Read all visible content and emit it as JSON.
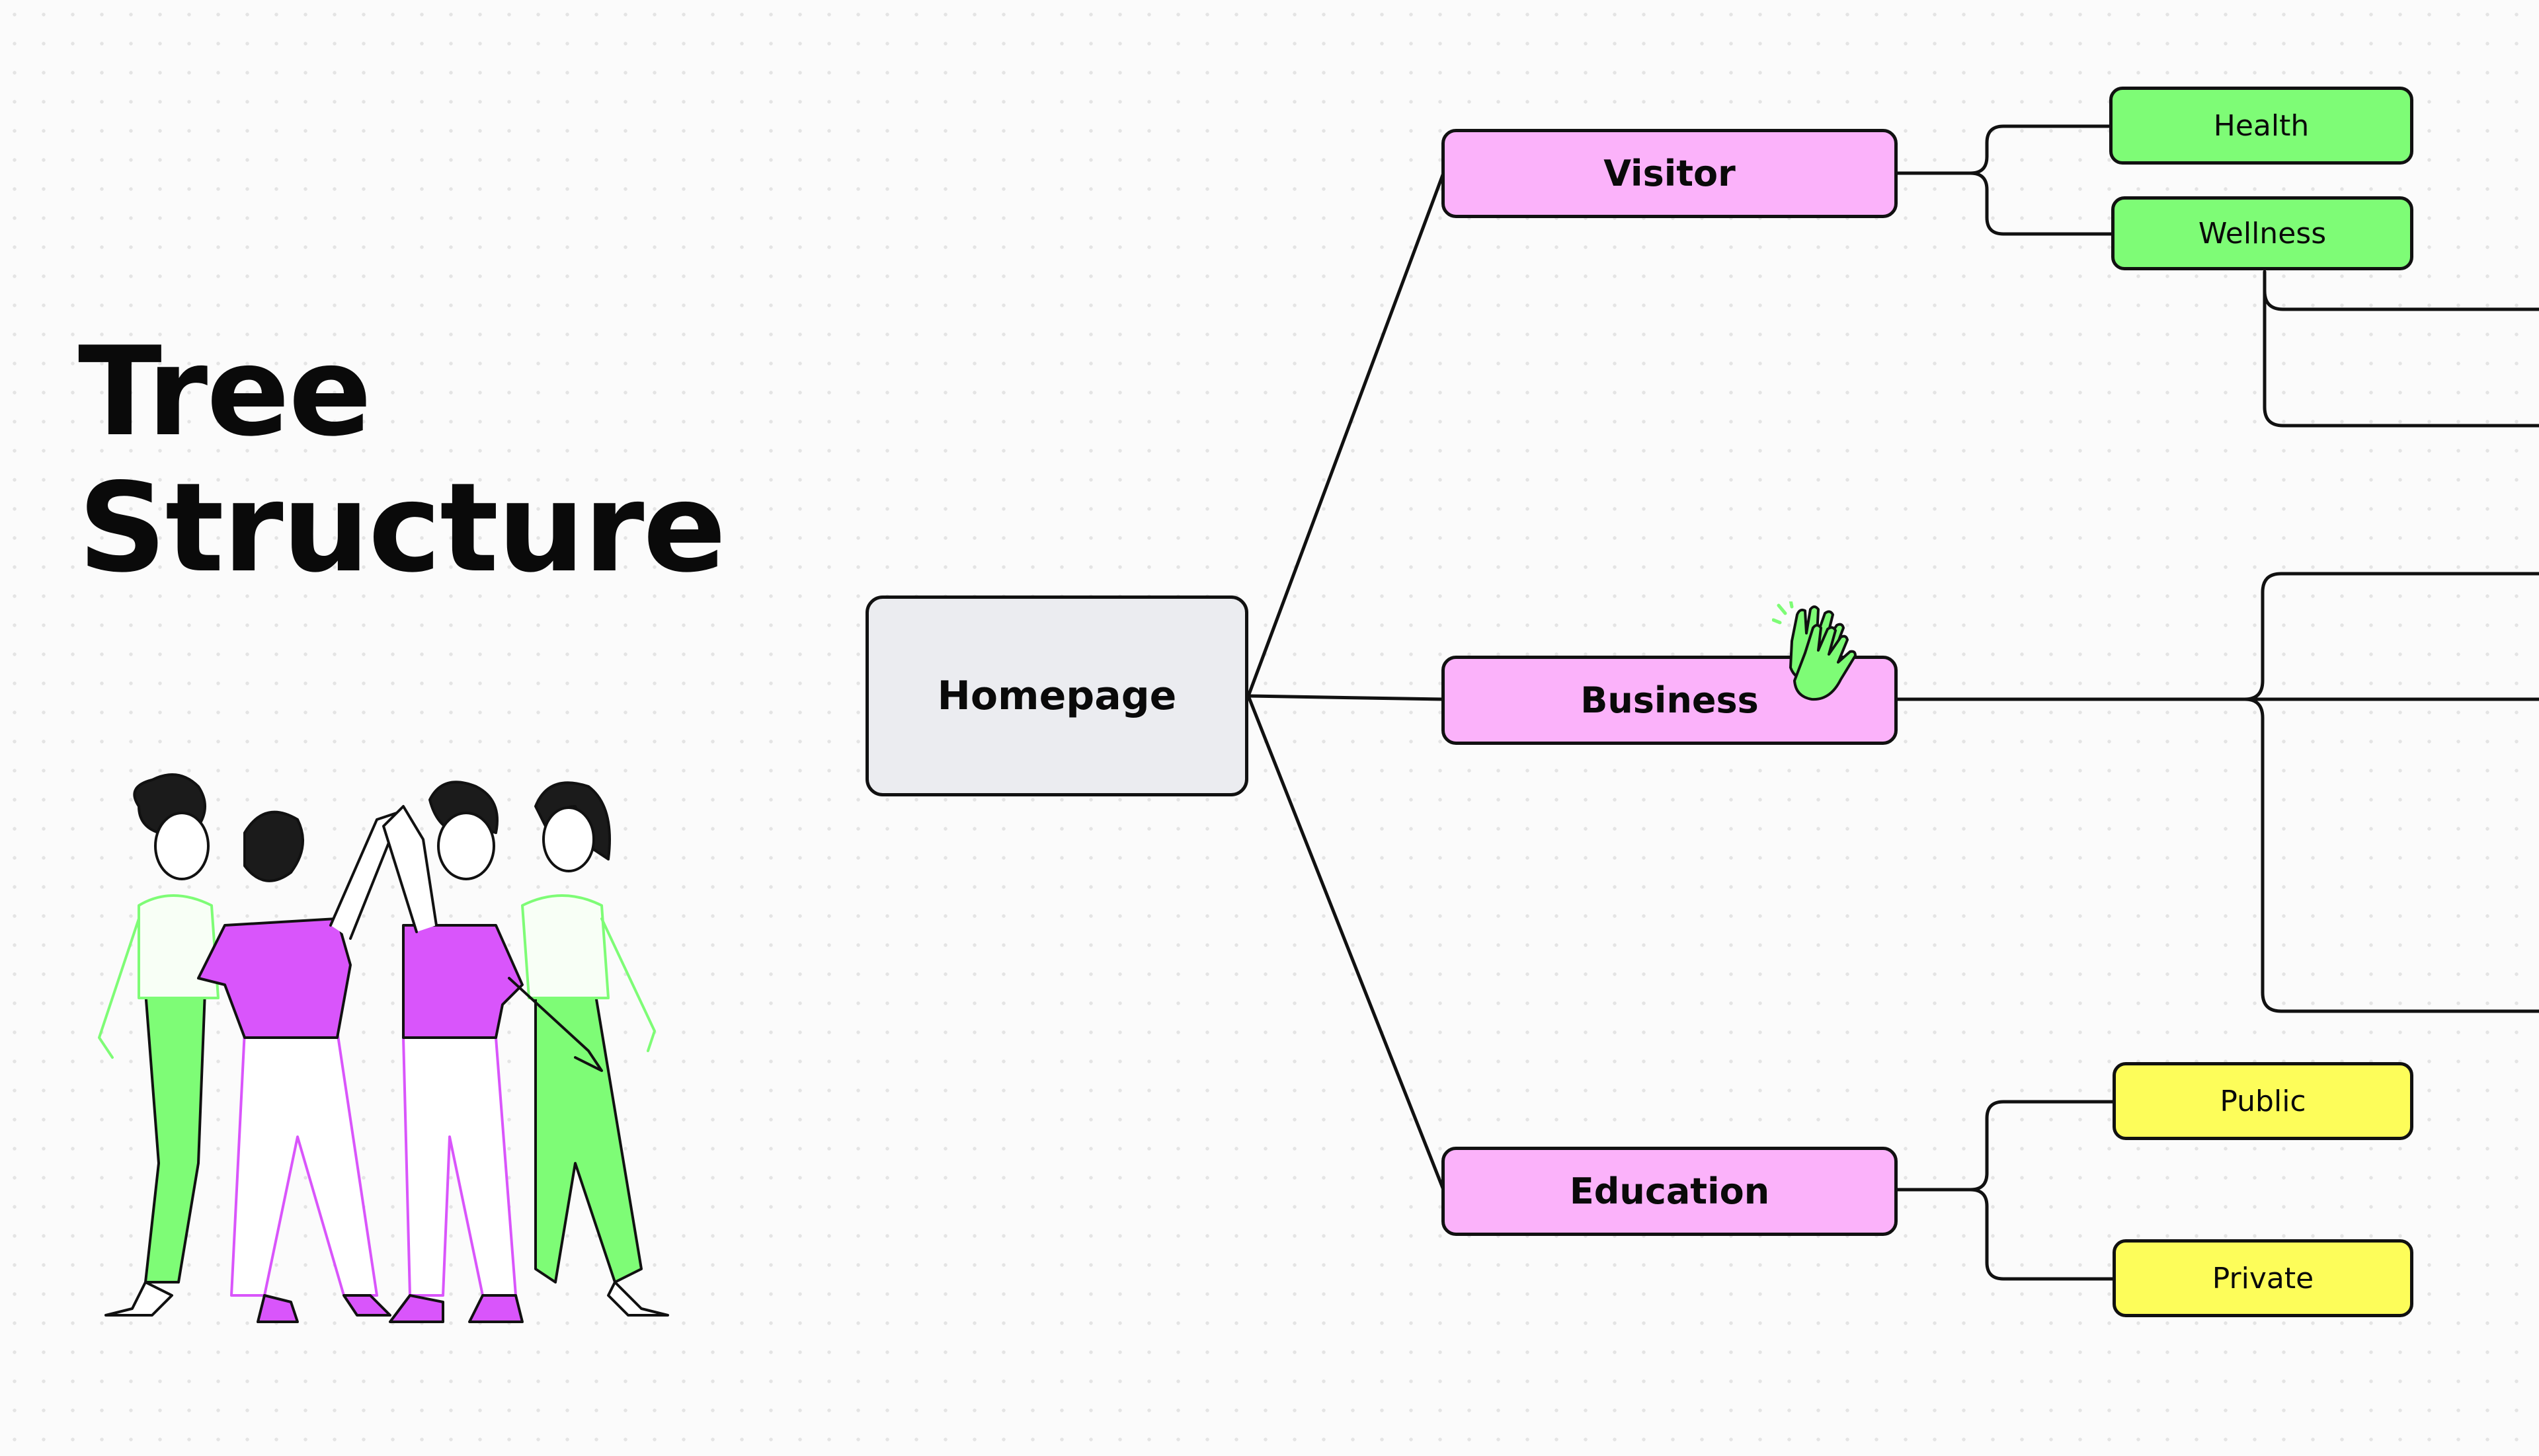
{
  "title": {
    "line1": "Tree",
    "line2": "Structure"
  },
  "nodes": {
    "root": {
      "label": "Homepage"
    },
    "visitor": {
      "label": "Visitor"
    },
    "business": {
      "label": "Business"
    },
    "education": {
      "label": "Education"
    },
    "health": {
      "label": "Health"
    },
    "wellness": {
      "label": "Wellness"
    },
    "public": {
      "label": "Public"
    },
    "private": {
      "label": "Private"
    }
  },
  "colors": {
    "root_fill": "#ebecf0",
    "category_fill": "#fbb2fa",
    "green_leaf_fill": "#7efc76",
    "yellow_leaf_fill": "#fdfd5a",
    "line": "#111111",
    "accent_magenta": "#d955fb",
    "accent_green": "#7efc76"
  },
  "icons": {
    "sticker": "clapping-hands-icon",
    "illustration": "people-high-five-illustration"
  }
}
